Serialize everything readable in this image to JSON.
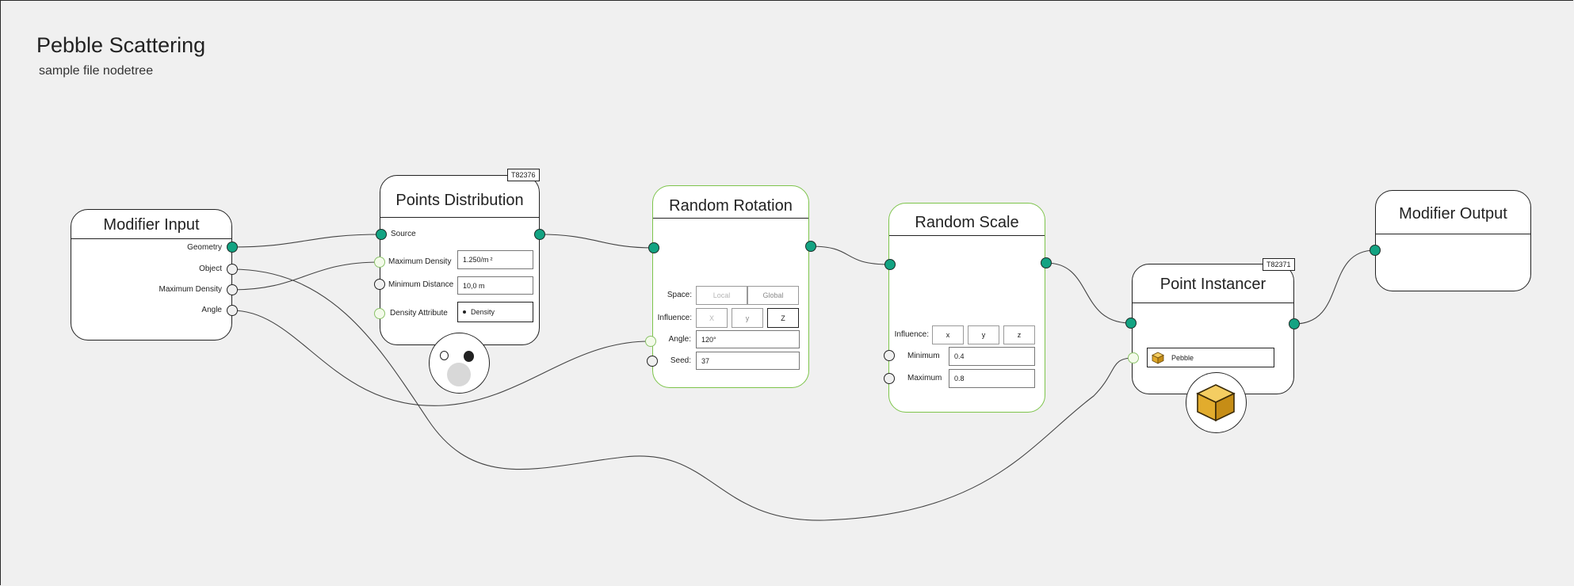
{
  "header": {
    "title": "Pebble Scattering",
    "subtitle": "sample file nodetree"
  },
  "colors": {
    "background": "#f0f0f0",
    "socket_geometry": "#13a382",
    "socket_float_ring": "#8bc26a",
    "active_node_border": "#7dc44b",
    "pebble_icon": "#e6b53a"
  },
  "nodes": {
    "modifier_input": {
      "title": "Modifier Input",
      "outputs": [
        "Geometry",
        "Object",
        "Maximum Density",
        "Angle"
      ]
    },
    "points_distribution": {
      "title": "Points Distribution",
      "tag": "T82376",
      "source_label": "Source",
      "max_density_label": "Maximum Density",
      "max_density_value": "1.250/m",
      "max_density_unit": "²",
      "min_distance_label": "Minimum Distance",
      "min_distance_value": "10,0 m",
      "density_attribute_label": "Density Attribute",
      "density_attribute_value": "Density",
      "density_attribute_icon": "dot-icon"
    },
    "random_rotation": {
      "title": "Random Rotation",
      "space_label": "Space:",
      "space_options": [
        "Local",
        "Global"
      ],
      "influence_label": "Influence:",
      "influence_options": [
        "X",
        "y",
        "Z"
      ],
      "angle_label": "Angle:",
      "angle_value": "120°",
      "seed_label": "Seed:",
      "seed_value": "37"
    },
    "random_scale": {
      "title": "Random Scale",
      "influence_label": "Influence:",
      "influence_options": [
        "x",
        "y",
        "z"
      ],
      "minimum_label": "Minimum",
      "minimum_value": "0.4",
      "maximum_label": "Maximum",
      "maximum_value": "0.8"
    },
    "point_instancer": {
      "title": "Point Instancer",
      "tag": "T82371",
      "object_value": "Pebble",
      "object_icon": "cube-icon"
    },
    "modifier_output": {
      "title": "Modifier Output"
    }
  }
}
